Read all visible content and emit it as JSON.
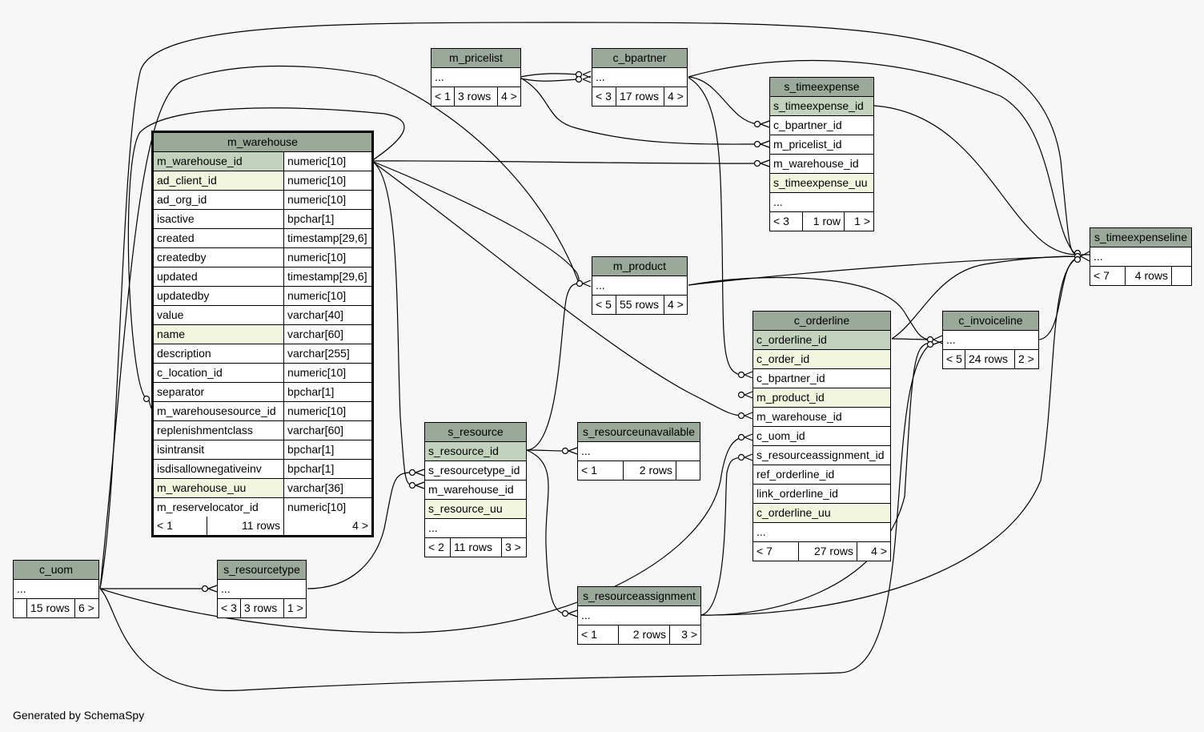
{
  "footer": "Generated by SchemaSpy",
  "ellipsis": "...",
  "tables": {
    "m_warehouse": {
      "name": "m_warehouse",
      "columns": [
        {
          "name": "m_warehouse_id",
          "type": "numeric[10]"
        },
        {
          "name": "ad_client_id",
          "type": "numeric[10]"
        },
        {
          "name": "ad_org_id",
          "type": "numeric[10]"
        },
        {
          "name": "isactive",
          "type": "bpchar[1]"
        },
        {
          "name": "created",
          "type": "timestamp[29,6]"
        },
        {
          "name": "createdby",
          "type": "numeric[10]"
        },
        {
          "name": "updated",
          "type": "timestamp[29,6]"
        },
        {
          "name": "updatedby",
          "type": "numeric[10]"
        },
        {
          "name": "value",
          "type": "varchar[40]"
        },
        {
          "name": "name",
          "type": "varchar[60]"
        },
        {
          "name": "description",
          "type": "varchar[255]"
        },
        {
          "name": "c_location_id",
          "type": "numeric[10]"
        },
        {
          "name": "separator",
          "type": "bpchar[1]"
        },
        {
          "name": "m_warehousesource_id",
          "type": "numeric[10]"
        },
        {
          "name": "replenishmentclass",
          "type": "varchar[60]"
        },
        {
          "name": "isintransit",
          "type": "bpchar[1]"
        },
        {
          "name": "isdisallownegativeinv",
          "type": "bpchar[1]"
        },
        {
          "name": "m_warehouse_uu",
          "type": "varchar[36]"
        },
        {
          "name": "m_reservelocator_id",
          "type": "numeric[10]"
        }
      ],
      "parents": "< 1",
      "rows": "11 rows",
      "children": "4 >"
    },
    "m_pricelist": {
      "name": "m_pricelist",
      "parents": "< 1",
      "rows": "3 rows",
      "children": "4 >"
    },
    "c_bpartner": {
      "name": "c_bpartner",
      "parents": "< 3",
      "rows": "17 rows",
      "children": "4 >"
    },
    "s_timeexpense": {
      "name": "s_timeexpense",
      "columns": [
        "s_timeexpense_id",
        "c_bpartner_id",
        "m_pricelist_id",
        "m_warehouse_id",
        "s_timeexpense_uu"
      ],
      "parents": "< 3",
      "rows": "1 row",
      "children": "1 >"
    },
    "s_timeexpenseline": {
      "name": "s_timeexpenseline",
      "parents": "< 7",
      "rows": "4 rows",
      "children": ""
    },
    "m_product": {
      "name": "m_product",
      "parents": "< 5",
      "rows": "55 rows",
      "children": "4 >"
    },
    "c_orderline": {
      "name": "c_orderline",
      "columns": [
        "c_orderline_id",
        "c_order_id",
        "c_bpartner_id",
        "m_product_id",
        "m_warehouse_id",
        "c_uom_id",
        "s_resourceassignment_id",
        "ref_orderline_id",
        "link_orderline_id",
        "c_orderline_uu"
      ],
      "parents": "< 7",
      "rows": "27 rows",
      "children": "4 >"
    },
    "c_invoiceline": {
      "name": "c_invoiceline",
      "parents": "< 5",
      "rows": "24 rows",
      "children": "2 >"
    },
    "s_resource": {
      "name": "s_resource",
      "columns": [
        "s_resource_id",
        "s_resourcetype_id",
        "m_warehouse_id",
        "s_resource_uu"
      ],
      "parents": "< 2",
      "rows": "11 rows",
      "children": "3 >"
    },
    "s_resourceunavailable": {
      "name": "s_resourceunavailable",
      "parents": "< 1",
      "rows": "2 rows",
      "children": ""
    },
    "s_resourceassignment": {
      "name": "s_resourceassignment",
      "parents": "< 1",
      "rows": "2 rows",
      "children": "3 >"
    },
    "c_uom": {
      "name": "c_uom",
      "parents": "",
      "rows": "15 rows",
      "children": "6 >"
    },
    "s_resourcetype": {
      "name": "s_resourcetype",
      "parents": "< 3",
      "rows": "3 rows",
      "children": "1 >"
    }
  },
  "colors": {
    "header": "#9aa999",
    "primary_key": "#c2d2bd",
    "unique_key": "#f3f6df",
    "background": "#f7f7f7"
  }
}
